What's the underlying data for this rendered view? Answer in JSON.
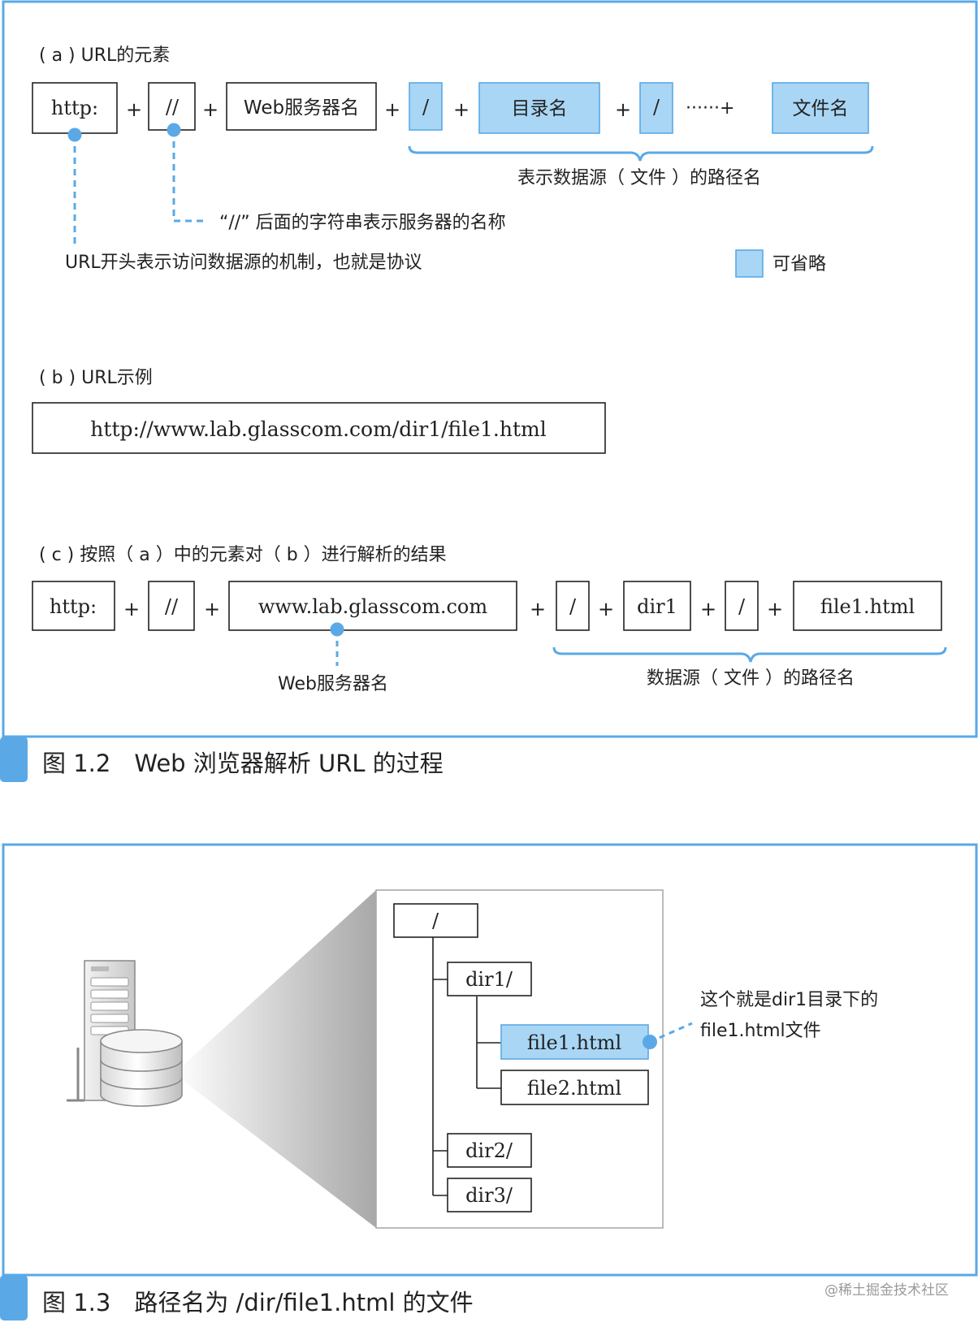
{
  "fig12": {
    "a": {
      "label": "( a ) URL的元素",
      "tokens": [
        "http:",
        "//",
        "Web服务器名",
        "/",
        "目录名",
        "/",
        "文件名"
      ],
      "plus": "+",
      "ellipsis_plus": "······+",
      "brace_label": "表示数据源（ 文件 ）的路径名",
      "slash_note": "“//” 后面的字符串表示服务器的名称",
      "scheme_note": "URL开头表示访问数据源的机制，也就是协议",
      "legend_label": "可省略"
    },
    "b": {
      "label": "( b ) URL示例",
      "example_url": "http://www.lab.glasscom.com/dir1/file1.html"
    },
    "c": {
      "label": "( c ) 按照（ a ）中的元素对（ b ）进行解析的结果",
      "tokens": [
        "http:",
        "//",
        "www.lab.glasscom.com",
        "/",
        "dir1",
        "/",
        "file1.html"
      ],
      "plus": "+",
      "server_note": "Web服务器名",
      "brace_label": "数据源（ 文件 ）的路径名"
    },
    "caption": "图 1.2　Web 浏览器解析 URL 的过程"
  },
  "fig13": {
    "tree": {
      "root": "/",
      "dirs": [
        "dir1/",
        "dir2/",
        "dir3/"
      ],
      "files": [
        "file1.html",
        "file2.html"
      ]
    },
    "note_line1": "这个就是dir1目录下的",
    "note_line2": "file1.html文件",
    "caption": "图 1.3　路径名为 /dir/file1.html 的文件",
    "watermark": "@稀土掘金技术社区"
  },
  "colors": {
    "frame_blue": "#5aa9e6",
    "highlight_fill": "#a9d6f5",
    "connector_blue": "#5aa9e6",
    "text": "#222222"
  }
}
